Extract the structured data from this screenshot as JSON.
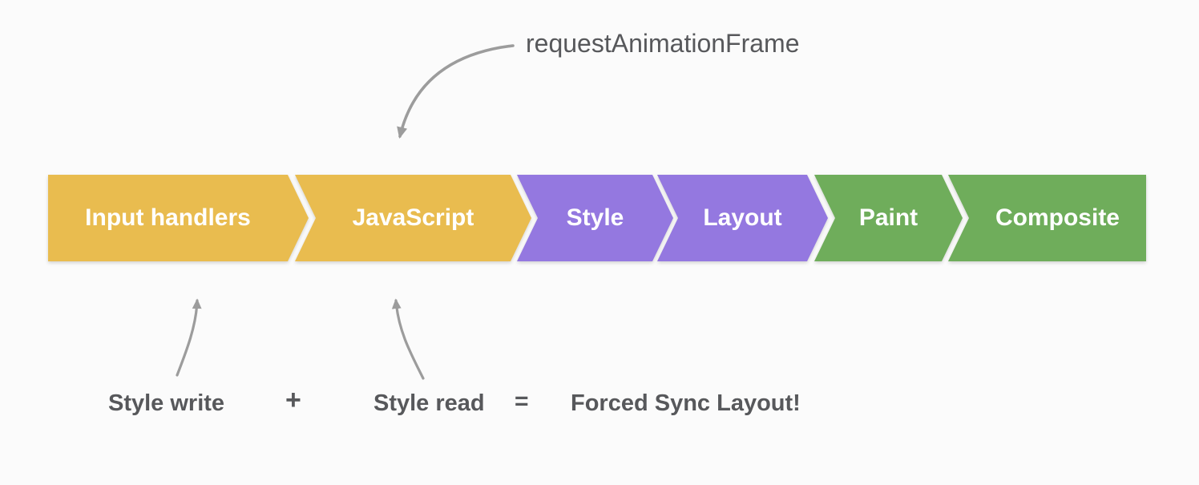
{
  "diagram": {
    "raf_label": "requestAnimationFrame",
    "pipeline": [
      {
        "label": "Input handlers",
        "color": "#e9bc4f"
      },
      {
        "label": "JavaScript",
        "color": "#e9bc4f"
      },
      {
        "label": "Style",
        "color": "#9478e0"
      },
      {
        "label": "Layout",
        "color": "#9478e0"
      },
      {
        "label": "Paint",
        "color": "#6fad5b"
      },
      {
        "label": "Composite",
        "color": "#6fad5b"
      }
    ],
    "equation": {
      "left_term": "Style write",
      "operator": "+",
      "right_term": "Style read",
      "equals": "=",
      "result": "Forced Sync Layout!"
    },
    "colors": {
      "javascript_phase": "#e9bc4f",
      "style_layout_phase": "#9478e0",
      "paint_composite_phase": "#6fad5b",
      "annotation_text": "#57585b",
      "segment_text": "#ffffff",
      "arrow": "#9c9c9c",
      "background": "#fbfbfb"
    }
  }
}
